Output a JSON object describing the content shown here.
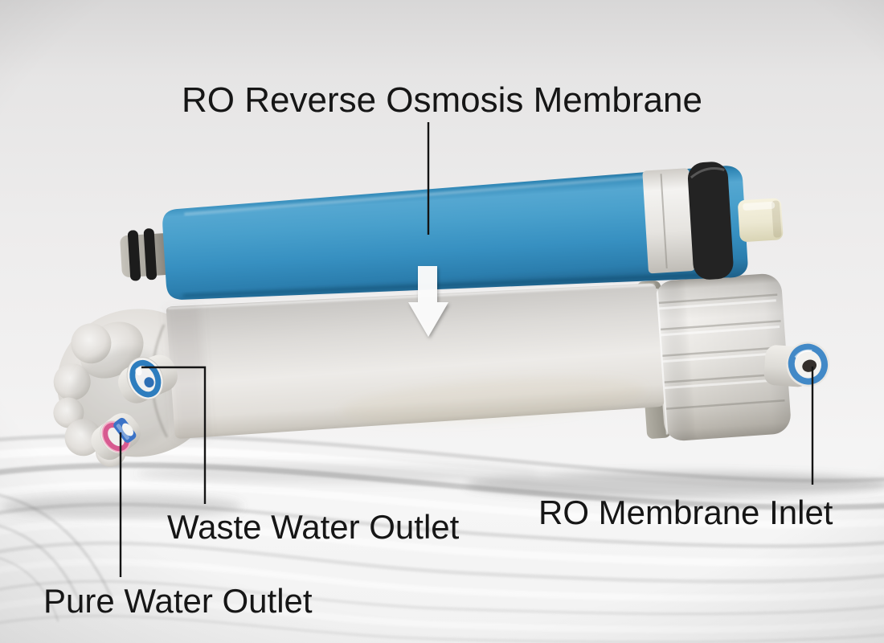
{
  "figure": {
    "title_label": "RO Reverse Osmosis Membrane",
    "waste_outlet_label": "Waste Water Outlet",
    "pure_outlet_label": "Pure Water Outlet",
    "inlet_label": "RO Membrane Inlet",
    "flow_arrow_icon": "down-arrow",
    "colors": {
      "membrane_blue": "#3a93c5",
      "housing_white": "#edebe8",
      "o_ring_black": "#232323",
      "o_ring_stub_gray": "#9b9890",
      "permeate_tube_cream": "#ece8d2",
      "waste_fitting_ring_blue": "#2d7dbe",
      "pure_fitting_ring_pink": "#d75a90",
      "inlet_fitting_ring_blue": "#4289c7",
      "leader_line": "#141414",
      "label_text": "#161616",
      "background_gray": "#ededec",
      "flow_arrow_white": "#fcfcfc"
    }
  }
}
